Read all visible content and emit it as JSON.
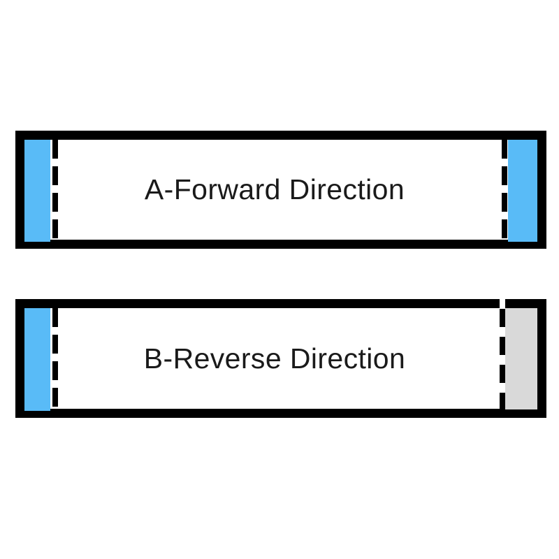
{
  "page": {
    "background": "#ffffff"
  },
  "colors": {
    "page_background": "#ffffff",
    "outline": "#000000",
    "blue_stripe": "#59BBF7",
    "gray_stripe": "#D9D9D9",
    "label_text": "#1a1a1a"
  },
  "diagrams": [
    {
      "label": "A-Forward Direction",
      "left_stripe": "blue",
      "right_stripe": "blue"
    },
    {
      "label": "B-Reverse Direction",
      "left_stripe": "blue",
      "right_stripe": "gray"
    }
  ]
}
